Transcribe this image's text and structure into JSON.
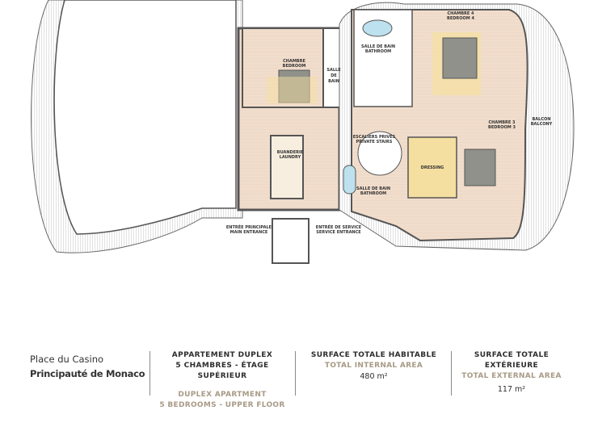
{
  "plan": {
    "rooms": {
      "chambre_fr": "CHAMBRE",
      "chambre_en": "BEDROOM",
      "salle_de_bain_small": [
        "SALLE",
        "DE",
        "BAIN"
      ],
      "sdb1_fr": "SALLE DE BAIN",
      "sdb1_en": "BATHROOM",
      "chambre4_fr": "CHAMBRE 4",
      "chambre4_en": "BEDROOM 4",
      "chambre3_fr": "CHAMBRE 3",
      "chambre3_en": "BEDROOM 3",
      "balcon_fr": "BALCON",
      "balcon_en": "BALCONY",
      "escaliers_fr": "ESCALIERS PRIVÉS",
      "escaliers_en": "PRIVATE STAIRS",
      "buanderie_fr": "BUANDERIE",
      "buanderie_en": "LAUNDRY",
      "dressing": "DRESSING",
      "sdb2_fr": "SALLE DE BAIN",
      "sdb2_en": "BATHROOM",
      "entree_principale_fr": "ENTRÉE PRINCIPALE",
      "entree_principale_en": "MAIN ENTRANCE",
      "entree_service_fr": "ENTRÉE DE SERVICE",
      "entree_service_en": "SERVICE ENTRANCE"
    }
  },
  "footer": {
    "location_line1": "Place du Casino",
    "location_line2": "Principauté de Monaco",
    "apartment_fr_1": "APPARTEMENT DUPLEX",
    "apartment_fr_2": "5 CHAMBRES - ÉTAGE SUPÉRIEUR",
    "apartment_en_1": "DUPLEX APARTMENT",
    "apartment_en_2": "5 BEDROOMS - UPPER FLOOR",
    "internal_fr": "SURFACE TOTALE HABITABLE",
    "internal_en": "TOTAL INTERNAL AREA",
    "internal_value": "480 m²",
    "external_fr_1": "SURFACE TOTALE",
    "external_fr_2": "EXTÉRIEURE",
    "external_en": "TOTAL EXTERNAL AREA",
    "external_value": "117 m²"
  },
  "colors": {
    "floor": "#f0dccb",
    "wall": "#555555",
    "accent": "#a89a86",
    "bed": "#8f918a",
    "rug": "#f5dfa0"
  }
}
